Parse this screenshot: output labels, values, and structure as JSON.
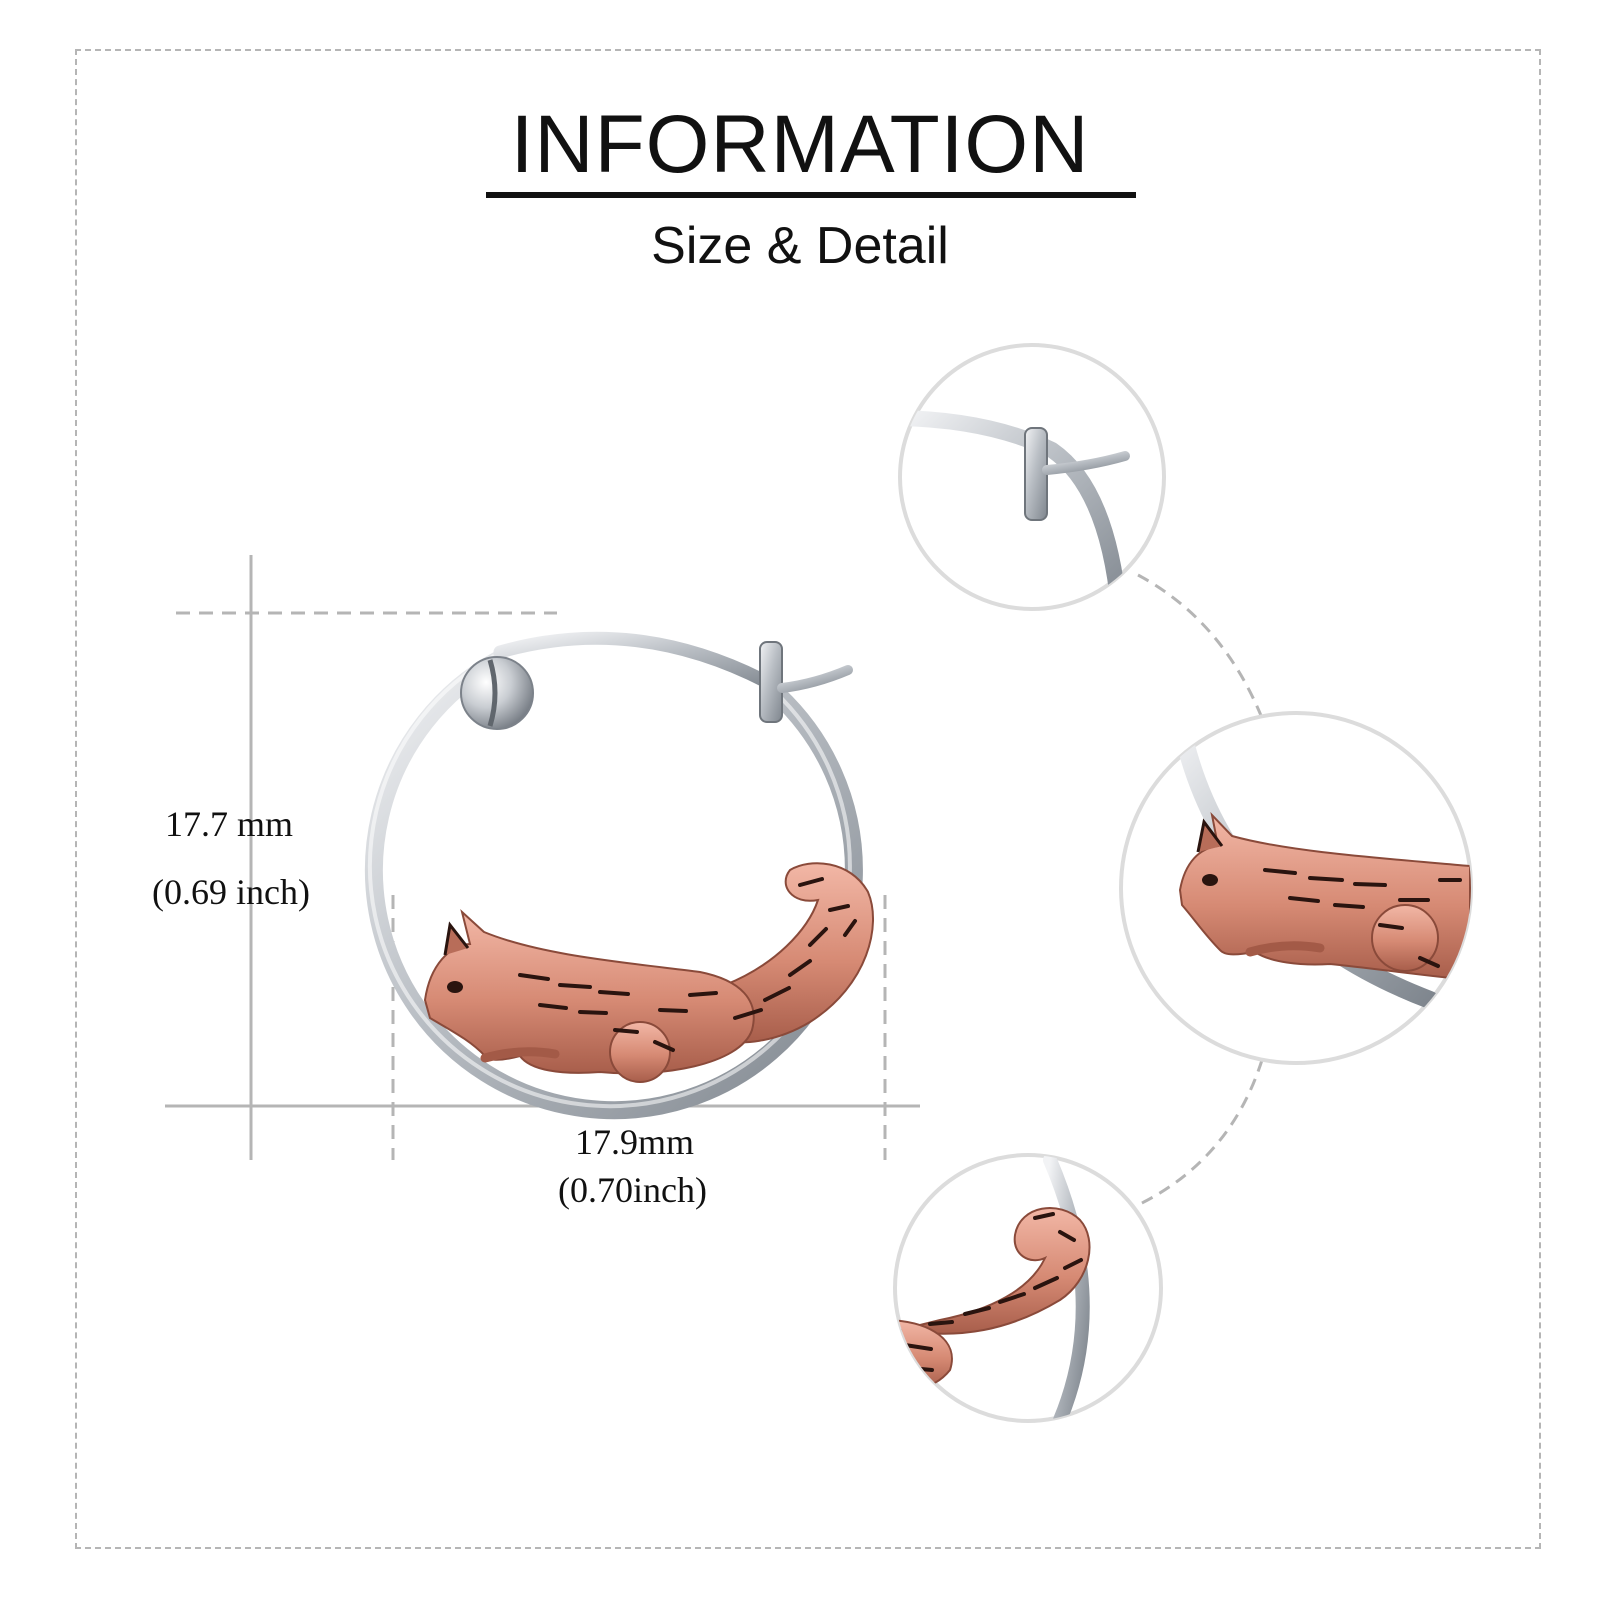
{
  "header": {
    "title": "INFORMATION",
    "subtitle": "Size & Detail"
  },
  "dimensions": {
    "height_mm": "17.7 mm",
    "height_inch": "(0.69 inch)",
    "width_mm": "17.9mm",
    "width_inch": "(0.70inch)"
  },
  "colors": {
    "silver": "#c8ccd0",
    "rose_gold": "#d9907b",
    "engraving": "#3a1c14",
    "guide": "#b5b5b5"
  },
  "details": [
    {
      "name": "clasp-detail"
    },
    {
      "name": "squirrel-body-detail"
    },
    {
      "name": "squirrel-tail-detail"
    }
  ]
}
